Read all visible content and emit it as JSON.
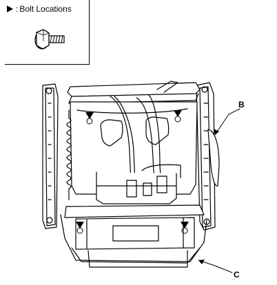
{
  "legend": {
    "separator": ":",
    "text": "Bolt Locations",
    "marker_icon": "triangle-arrow-icon",
    "bolt_icon": "flange-bolt-icon"
  },
  "callouts": {
    "b": "B",
    "c": "C"
  }
}
